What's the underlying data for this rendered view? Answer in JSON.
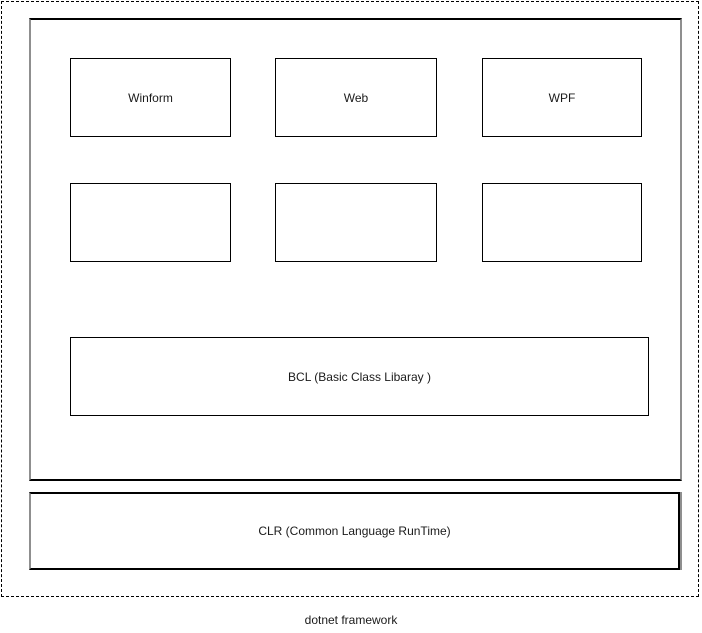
{
  "diagram": {
    "caption": "dotnet framework",
    "app_boxes": [
      {
        "label": "Winform"
      },
      {
        "label": "Web"
      },
      {
        "label": "WPF"
      }
    ],
    "empty_boxes": [
      {
        "label": ""
      },
      {
        "label": ""
      },
      {
        "label": ""
      }
    ],
    "bcl": {
      "label": "BCL (Basic Class Libaray )"
    },
    "clr": {
      "label": "CLR (Common Language RunTime)"
    },
    "colors": {
      "stroke": "#000000",
      "shadow": "#8f8f8f",
      "background": "#ffffff"
    }
  }
}
